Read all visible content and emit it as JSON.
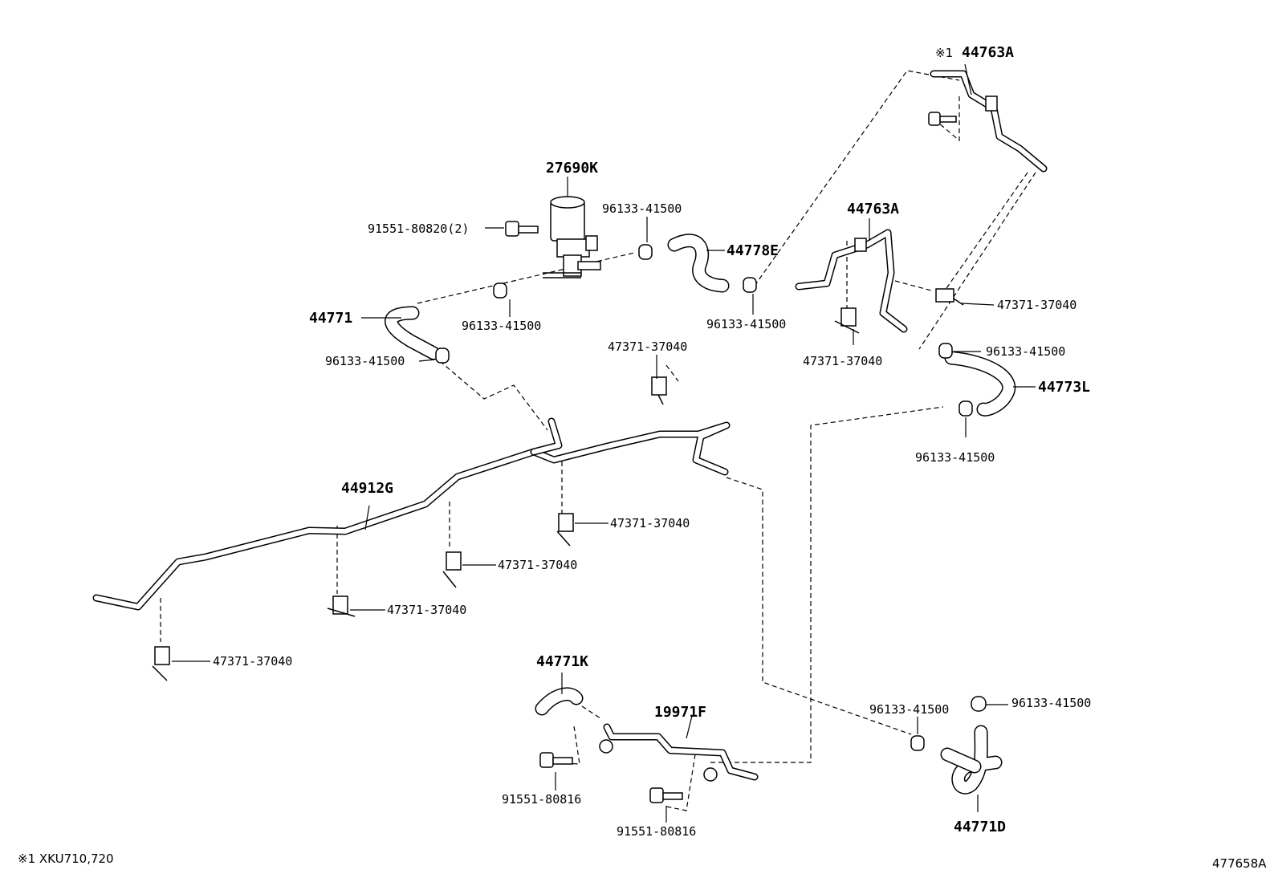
{
  "labels": {
    "p27690K": "27690K",
    "p91551_80820": "91551-80820(2)",
    "p96133_a": "96133-41500",
    "p44778E": "44778E",
    "p44771": "44771",
    "p96133_b": "96133-41500",
    "p96133_c": "96133-41500",
    "p96133_d": "96133-41500",
    "p44763A_top": "44763A",
    "p44763A_mid": "44763A",
    "p47371_a": "47371-37040",
    "p47371_b": "47371-37040",
    "p96133_e": "96133-41500",
    "p44773L": "44773L",
    "p96133_f": "96133-41500",
    "p47371_c": "47371-37040",
    "p44912G": "44912G",
    "p47371_d": "47371-37040",
    "p47371_e": "47371-37040",
    "p47371_f": "47371-37040",
    "p47371_g": "47371-37040",
    "p44771K": "44771K",
    "p19971F": "19971F",
    "p91551_80816_a": "91551-80816",
    "p91551_80816_b": "91551-80816",
    "p96133_g": "96133-41500",
    "p96133_h": "96133-41500",
    "p44771D": "44771D"
  },
  "note_marker": "※1",
  "footnote": "※1 XKU710,720",
  "diagram_id": "477658A"
}
